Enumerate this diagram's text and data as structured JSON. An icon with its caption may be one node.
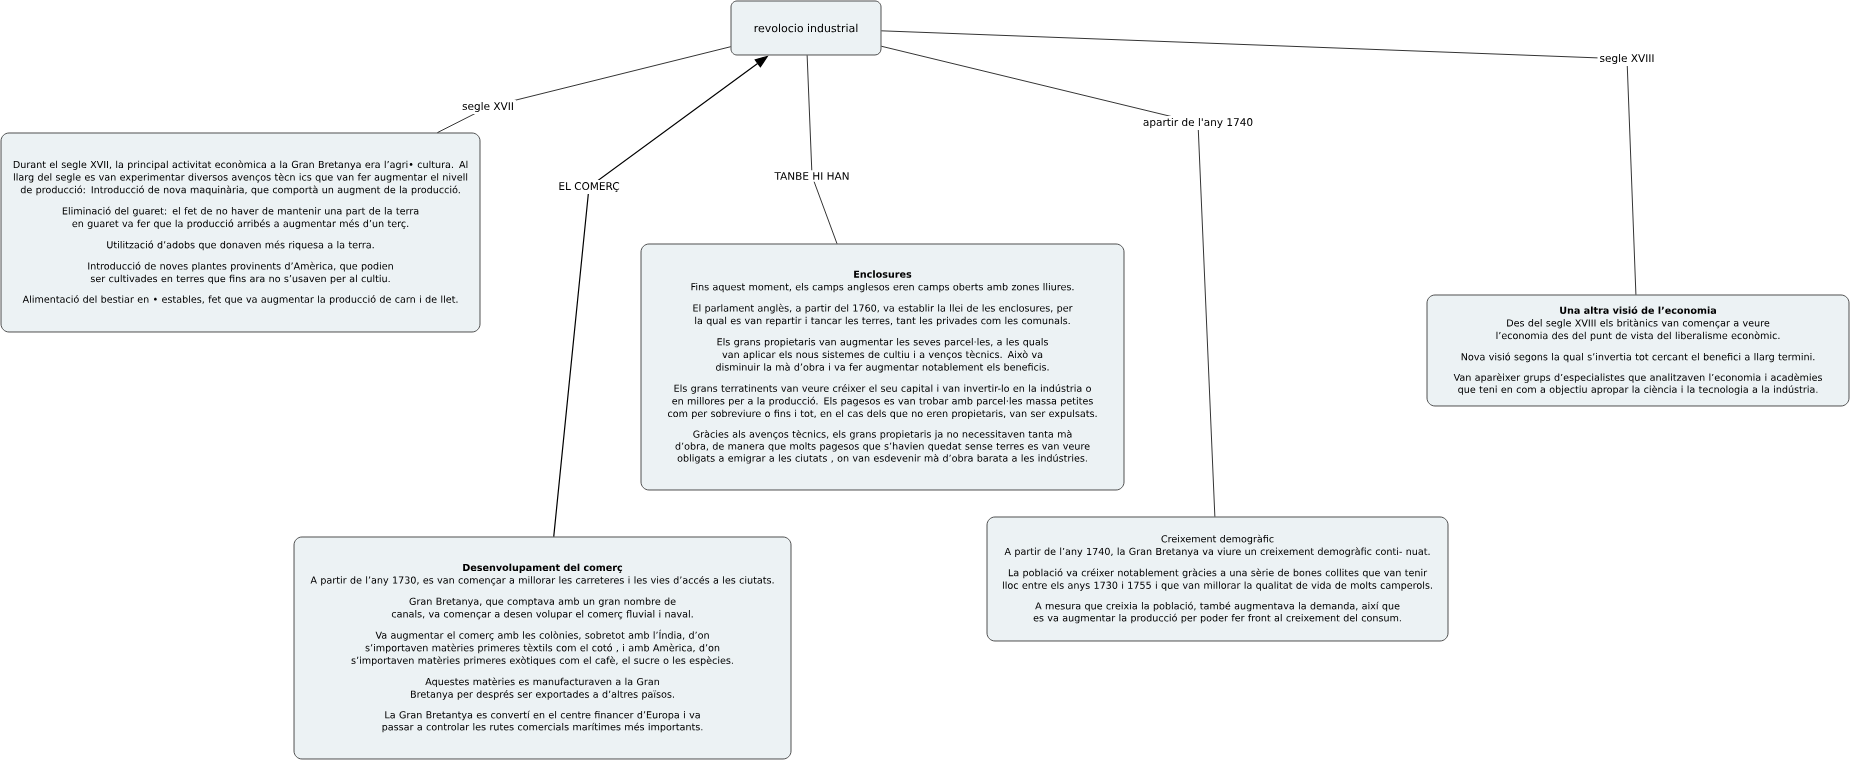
{
  "diagram": {
    "nodes": [
      {
        "text": [
          "revolocio industrial"
        ]
      },
      {
        "text": [
          "Durant el segle XVII, la principal activitat econòmica a la Gran Bretanya era l’agri• cultura. Al llarg del segle es van experimentar diversos avenços tècn ics que van fer augmentar el nivell de producció: Introducció de nova maquinària, que comportà un augment de la producció.",
          "Eliminació del guaret: el fet de no haver de mantenir una part de la terra en guaret va fer que la producció arribés a augmentar més d’un terç.",
          "Utilització d’adobs que donaven més riquesa a la terra.",
          "Introducció de noves plantes provinents d’Amèrica, que podien ser cultivades en terres que fins ara no s’usaven per al cultiu.",
          "Alimentació del bestiar en • estables, fet que va augmentar la producció de carn i de llet."
        ]
      },
      {
        "text": [
          "Enclosures",
          "Fins aquest moment, els camps anglesos eren camps oberts amb zones lliures.",
          "El parlament anglès, a partir del 1760, va establir la llei de les enclosures, per la qual es van repartir i tancar les terres, tant les privades com les comunals.",
          "Els grans propietaris van augmentar les seves parcel·les, a les quals van aplicar els nous sistemes de cultiu i a venços tècnics. Això va disminuir la mà d’obra i va fer augmentar notablement els beneficis.",
          "Els grans terratinents van veure créixer el seu capital i van invertir-lo en la indústria o en millores per a la producció. Els pagesos es van trobar amb parcel·les massa petites com per sobreviure o fins i  tot, en el cas dels que no eren propietaris, van ser expulsats.",
          "Gràcies als avenços tècnics, els grans propietaris ja no necessitaven tanta mà d’obra, de manera que molts pagesos que s’havien quedat sense terres es van veure obligats a emigrar a les ciutats , on van esdevenir mà d’obra barata a les indústries."
        ]
      },
      {
        "text": [
          "Una altra visió de l’economia",
          "Des del segle XVIII els britànics van començar a veure l’economia des del punt de vista del liberalisme econòmic.",
          "Nova visió segons la qual s’invertia tot cercant el benefici a llarg termini.",
          "Van aparèixer grups d’especialistes que analitzaven l’economia i acadèmies que teni en com a objectiu apropar la ciència i la tecnologia a la indústria."
        ]
      },
      {
        "text": [
          "Creixement demogràfic",
          "A partir de l’any 1740, la Gran Bretanya va viure un creixement demogràfic conti- nuat.",
          "La població va créixer notablement gràcies a una sèrie de bones collites que van tenir lloc entre els anys 1730 i 1755 i que van millorar la qualitat de vida de molts camperols.",
          "A mesura que creixia la població, també augmentava la demanda, així que es va augmentar la producció per poder fer front al creixement del consum."
        ]
      },
      {
        "text": [
          "Desenvolupament del comerç",
          "A partir de l’any 1730, es van començar a millorar les carreteres i les vies d’accés a les ciutats.",
          "Gran Bretanya, que comptava amb un gran nombre de canals, va començar a desen volupar el comerç fluvial i naval.",
          "Va augmentar el comerç amb les colònies, sobretot amb l’Índia, d’on s’importaven matèries primeres tèxtils com el cotó , i amb Amèrica, d’on s’importaven matèries primeres exòtiques com el cafè, el sucre o les espècies.",
          "Aquestes matèries es manufacturaven a la Gran Bretanya per després ser exportades a d’altres països.",
          "La Gran Bretantya es convertí en el  centre financer d’Europa i va passar a controlar les rutes comercials marítimes més importants."
        ]
      }
    ],
    "edges": [
      {
        "from": 0,
        "to": 1,
        "arrow": "none",
        "label": "segle XVII"
      },
      {
        "from": 5,
        "to": 0,
        "arrow": "to",
        "label": "EL COMERÇ"
      },
      {
        "from": 0,
        "to": 2,
        "arrow": "none",
        "label": "TANBE HI HAN"
      },
      {
        "from": 0,
        "to": 4,
        "arrow": "none",
        "label": "apartir de l'any 1740"
      },
      {
        "from": 0,
        "to": 3,
        "arrow": "none",
        "label": "segle XVIII"
      }
    ]
  }
}
